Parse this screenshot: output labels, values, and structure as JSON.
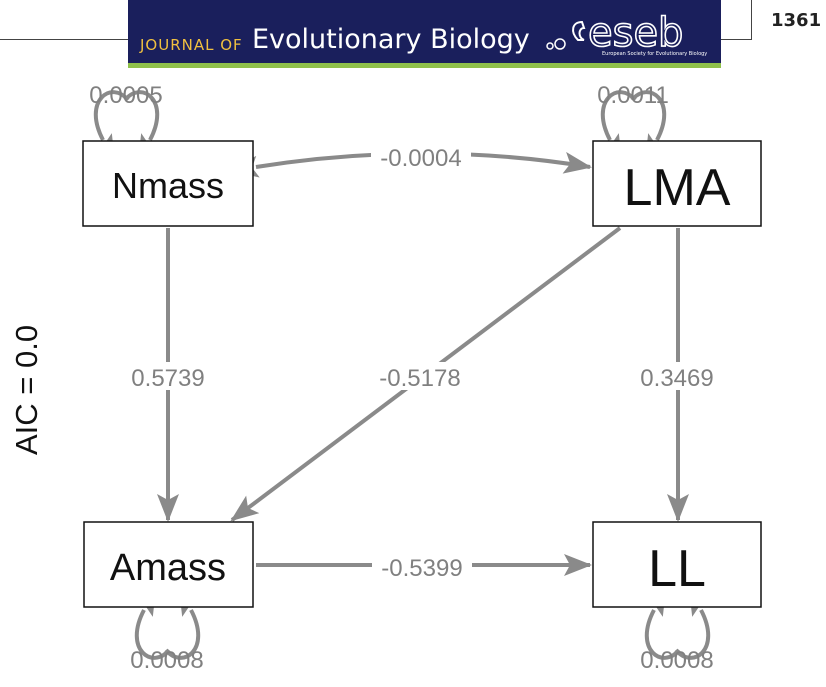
{
  "header": {
    "page_number": "1361",
    "journal_prefix": "JOURNAL OF",
    "journal_title": "Evolutionary Biology",
    "society_logo_text": "eseb",
    "society_name": "European Society for Evolutionary Biology"
  },
  "diagram": {
    "aic_label": "AIC = 0.0",
    "nodes": [
      {
        "id": "nmass",
        "label": "Nmass"
      },
      {
        "id": "lma",
        "label": "LMA"
      },
      {
        "id": "amass",
        "label": "Amass"
      },
      {
        "id": "ll",
        "label": "LL"
      }
    ],
    "edges": [
      {
        "from": "nmass",
        "to": "lma",
        "label": "-0.0004",
        "bidirectional": true
      },
      {
        "from": "nmass",
        "to": "amass",
        "label": "0.5739"
      },
      {
        "from": "lma",
        "to": "amass",
        "label": "-0.5178"
      },
      {
        "from": "lma",
        "to": "ll",
        "label": "0.3469"
      },
      {
        "from": "amass",
        "to": "ll",
        "label": "-0.5399"
      }
    ],
    "variances": [
      {
        "node": "nmass",
        "label": "0.0005"
      },
      {
        "node": "lma",
        "label": "0.0011"
      },
      {
        "node": "amass",
        "label": "0.0008"
      },
      {
        "node": "ll",
        "label": "0.0008"
      }
    ],
    "colors": {
      "edge": "#8a8a8a",
      "node_border": "#111111",
      "banner": "#1a1f5c",
      "banner_stripe": "#8fc04a",
      "journal_prefix": "#f0c040"
    }
  }
}
